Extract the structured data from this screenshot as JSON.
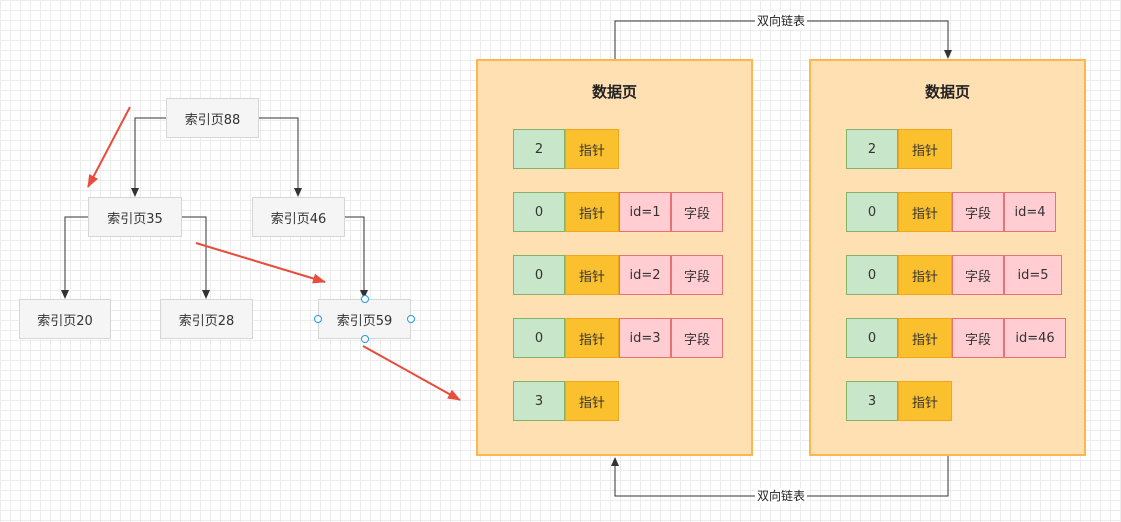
{
  "colors": {
    "index_fill": "#f5f5f5",
    "page_fill": "#ffe0b2",
    "page_border": "#ffb74d",
    "num_fill": "#c8e6c9",
    "pointer_fill": "#fbc02d",
    "field_fill": "#ffcdd2",
    "red_arrow": "#e74c3c",
    "selection_handle": "#2196f3"
  },
  "index_tree": {
    "root": "索引页88",
    "level1": [
      "索引页35",
      "索引页46"
    ],
    "level2": [
      "索引页20",
      "索引页28",
      "索引页59"
    ]
  },
  "data_pages": [
    {
      "title": "数据页",
      "records": [
        {
          "num": "2",
          "pointer": "指针",
          "fields": []
        },
        {
          "num": "0",
          "pointer": "指针",
          "fields": [
            "id=1",
            "字段"
          ]
        },
        {
          "num": "0",
          "pointer": "指针",
          "fields": [
            "id=2",
            "字段"
          ]
        },
        {
          "num": "0",
          "pointer": "指针",
          "fields": [
            "id=3",
            "字段"
          ]
        },
        {
          "num": "3",
          "pointer": "指针",
          "fields": []
        }
      ]
    },
    {
      "title": "数据页",
      "records": [
        {
          "num": "2",
          "pointer": "指针",
          "fields": []
        },
        {
          "num": "0",
          "pointer": "指针",
          "fields": [
            "字段",
            "id=4"
          ]
        },
        {
          "num": "0",
          "pointer": "指针",
          "fields": [
            "字段",
            "id=5"
          ]
        },
        {
          "num": "0",
          "pointer": "指针",
          "fields": [
            "字段",
            "id=46"
          ]
        },
        {
          "num": "3",
          "pointer": "指针",
          "fields": []
        }
      ]
    }
  ],
  "links": {
    "top": "双向链表",
    "bottom": "双向链表"
  }
}
